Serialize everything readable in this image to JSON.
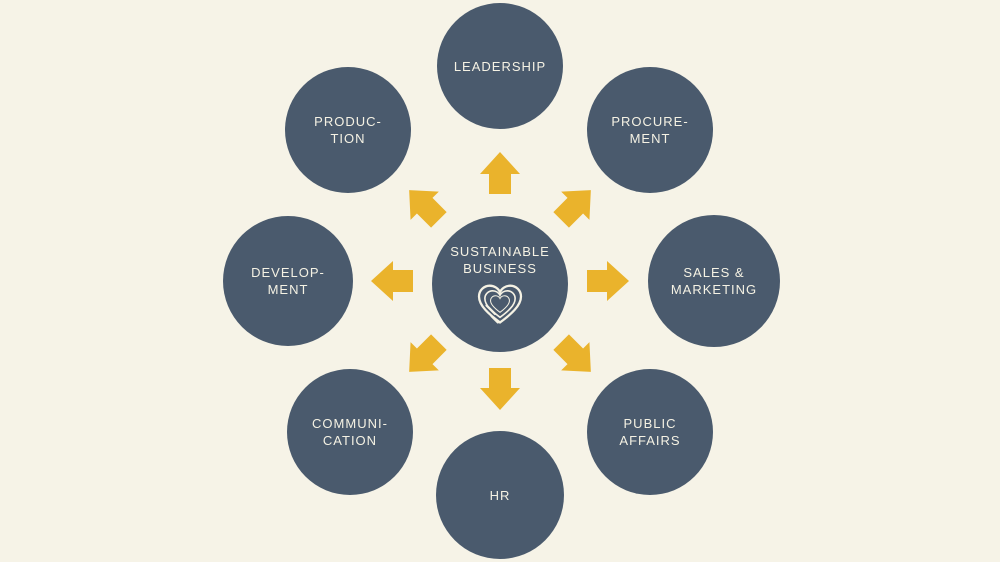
{
  "colors": {
    "background": "#f6f3e7",
    "circle": "#4a5a6d",
    "arrow": "#eab32c",
    "label": "#f5f2e4"
  },
  "diagram": {
    "center": {
      "label": "SUSTAINABLE\nBUSINESS",
      "icon": "heart-fingerprint-icon"
    },
    "nodes": {
      "leadership": {
        "label": "LEADERSHIP"
      },
      "procurement": {
        "label": "PROCURE-\nMENT"
      },
      "sales_marketing": {
        "label": "SALES &\nMARKETING"
      },
      "public_affairs": {
        "label": "PUBLIC\nAFFAIRS"
      },
      "hr": {
        "label": "HR"
      },
      "communication": {
        "label": "COMMUNI-\nCATION"
      },
      "development": {
        "label": "DEVELOP-\nMENT"
      },
      "production": {
        "label": "PRODUC-\nTION"
      }
    },
    "arrows": [
      "up",
      "up-right",
      "right",
      "down-right",
      "down",
      "down-left",
      "left",
      "up-left"
    ]
  }
}
